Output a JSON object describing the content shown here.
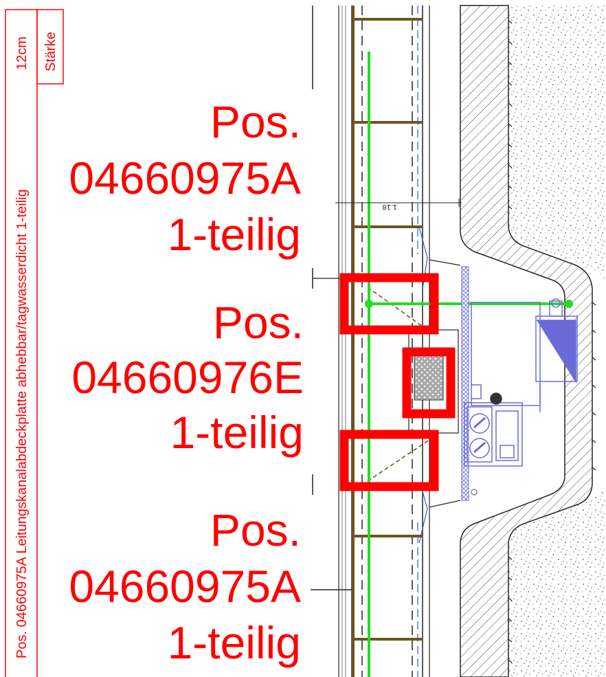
{
  "legend": {
    "description": "Pos. 04660975A Leitungskanalabdeckplatte abhebbar/tagwasserdicht 1-teilig",
    "thickness_value": "12cm",
    "thickness_label": "Stärke"
  },
  "labels": {
    "top": {
      "pos": "Pos.",
      "number": "04660975A",
      "parts": "1-teilig"
    },
    "middle": {
      "pos": "Pos.",
      "number": "04660976E",
      "parts": "1-teilig"
    },
    "bottom": {
      "pos": "Pos.",
      "number": "04660975A",
      "parts": "1-teilig"
    }
  },
  "dimension": {
    "value": "1.18"
  },
  "colors": {
    "annotation": "#ff0000",
    "rebar": "#6b5520",
    "green_line": "#22dd22",
    "equipment": "#6a6ad8",
    "concrete_line": "#222222"
  }
}
